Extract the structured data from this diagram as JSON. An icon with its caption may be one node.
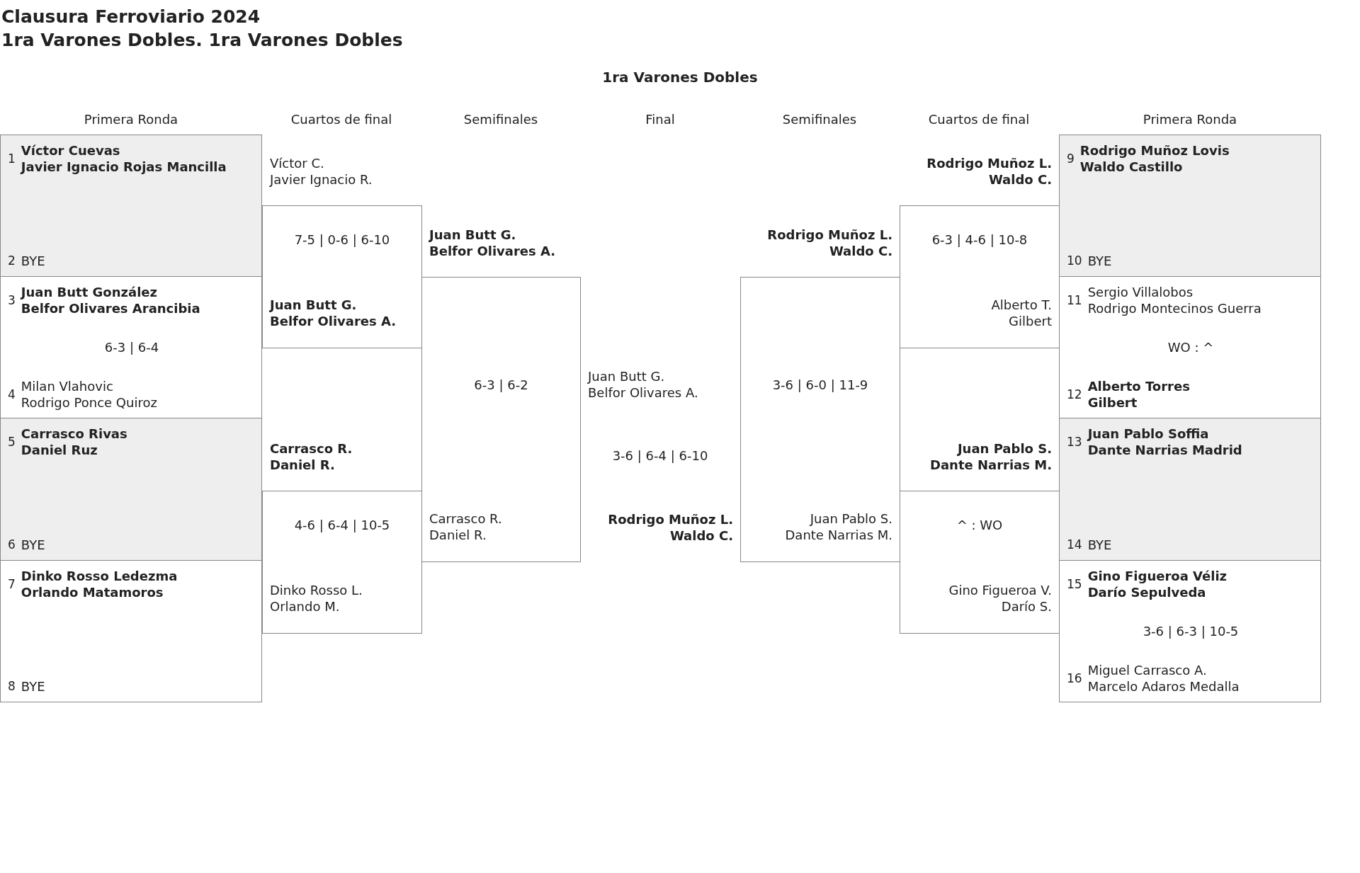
{
  "diagram": {
    "title": "Clausura Ferroviario 2024",
    "nodes": [
      {
        "text": [
          "1",
          "Víctor Cuevas",
          "Javier Ignacio Rojas Mancilla",
          "2",
          "BYE"
        ]
      },
      {
        "text": [
          "3",
          "Juan Butt González",
          "Belfor Olivares Arancibia",
          "6-3 | 6-4",
          "4",
          "Milan Vlahovic",
          "Rodrigo Ponce Quiroz"
        ]
      },
      {
        "text": [
          "5",
          "Carrasco Rivas",
          "Daniel Ruz",
          "6",
          "BYE"
        ]
      },
      {
        "text": [
          "7",
          "Dinko Rosso Ledezma",
          "Orlando Matamoros",
          "8",
          "BYE"
        ]
      },
      {
        "text": [
          "Víctor C.",
          "Javier Ignacio R.",
          "7-5 | 0-6 | 6-10",
          "Juan Butt G.",
          "Belfor Olivares A."
        ]
      },
      {
        "text": [
          "Carrasco R.",
          "Daniel R.",
          "4-6 | 6-4 | 10-5",
          "Dinko Rosso L.",
          "Orlando M."
        ]
      },
      {
        "text": [
          "Juan Butt G.",
          "Belfor Olivares A.",
          "6-3 | 6-2",
          "Carrasco R.",
          "Daniel R."
        ]
      },
      {
        "text": [
          "Rodrigo Muñoz L.",
          "Waldo C.",
          "3-6 | 6-0 | 11-9",
          "Juan Pablo S.",
          "Dante Narrias M."
        ]
      },
      {
        "text": [
          "Rodrigo Muñoz L.",
          "Waldo C.",
          "6-3 | 4-6 | 10-8",
          "Alberto T.",
          "Gilbert"
        ]
      },
      {
        "text": [
          "Juan Pablo S.",
          "Dante Narrias M.",
          "^ : WO",
          "Gino Figueroa V.",
          "Darío S."
        ]
      },
      {
        "text": [
          "9",
          "Rodrigo Muñoz Lovis",
          "Waldo Castillo",
          "10",
          "BYE"
        ]
      },
      {
        "text": [
          "11",
          "Sergio Villalobos",
          "Rodrigo Montecinos Guerra",
          "WO : ^",
          "12",
          "Alberto Torres",
          "Gilbert"
        ]
      },
      {
        "text": [
          "13",
          "Juan Pablo Soffia",
          "Dante Narrias Madrid",
          "14",
          "BYE"
        ]
      },
      {
        "text": [
          "15",
          "Gino Figueroa Véliz",
          "Darío Sepulveda",
          "3-6 | 6-3 | 10-5",
          "16",
          "Miguel Carrasco A.",
          "Marcelo Adaros Medalla"
        ]
      }
    ],
    "labels": [
      "1ra Varones Dobles. 1ra Varones Dobles",
      "1ra Varones Dobles",
      "Primera Ronda",
      "Cuartos de final",
      "Semifinales",
      "Final",
      "Semifinales",
      "Cuartos de final",
      "Primera Ronda",
      "Juan Butt G.",
      "Belfor Olivares A.",
      "3-6 | 6-4 | 6-10",
      "Rodrigo Muñoz L.",
      "Waldo C."
    ]
  }
}
